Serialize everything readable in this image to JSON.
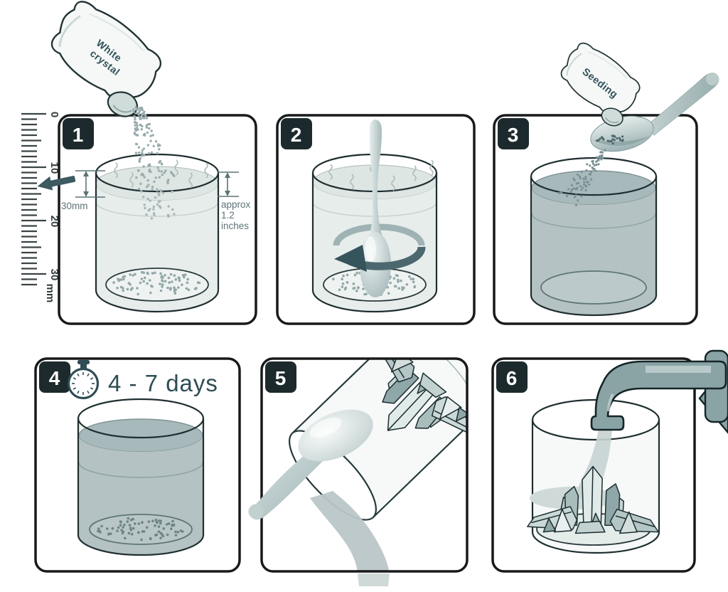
{
  "diagram": {
    "steps": [
      "1",
      "2",
      "3",
      "4",
      "5",
      "6"
    ],
    "ruler": {
      "labels": [
        "0",
        "10",
        "20",
        "30"
      ],
      "unit": "mm"
    },
    "step1": {
      "bag_label_line1": "White",
      "bag_label_line2": "crystal",
      "depth_label": "30mm",
      "approx_label_line1": "approx",
      "approx_label_line2": "1.2",
      "approx_label_line3": "inches"
    },
    "step3": {
      "bag_label": "Seeding"
    },
    "step4": {
      "duration_label": "4 - 7 days"
    },
    "colors": {
      "ink": "#17191a",
      "badge_bg": "#1d2a2d",
      "badge_text": "#ffffff",
      "accent_teal": "#2e4d54",
      "liquid_gray": "#b4c2c4",
      "light_liquid": "#e7edeb",
      "measure_gray": "#5d7377"
    }
  }
}
